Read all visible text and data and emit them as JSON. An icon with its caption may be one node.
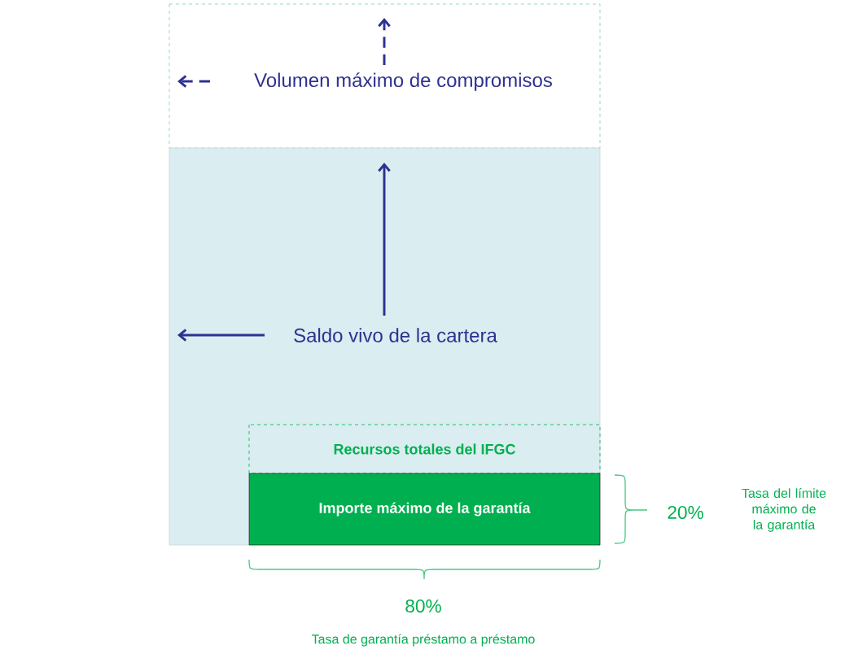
{
  "diagram": {
    "nodes": [
      {
        "text": [
          "Volumen máximo de compromisos"
        ]
      },
      {
        "text": [
          "Saldo vivo de la cartera"
        ]
      },
      {
        "text": [
          "Recursos totales del IFGC"
        ],
        "in": 1
      },
      {
        "text": [
          "Importe máximo de la garantía"
        ],
        "in": 1
      }
    ],
    "labels": [
      "20%",
      "Tasa del límite máximo de la garantía",
      "80%",
      "Tasa de garantía préstamo a préstamo"
    ]
  }
}
